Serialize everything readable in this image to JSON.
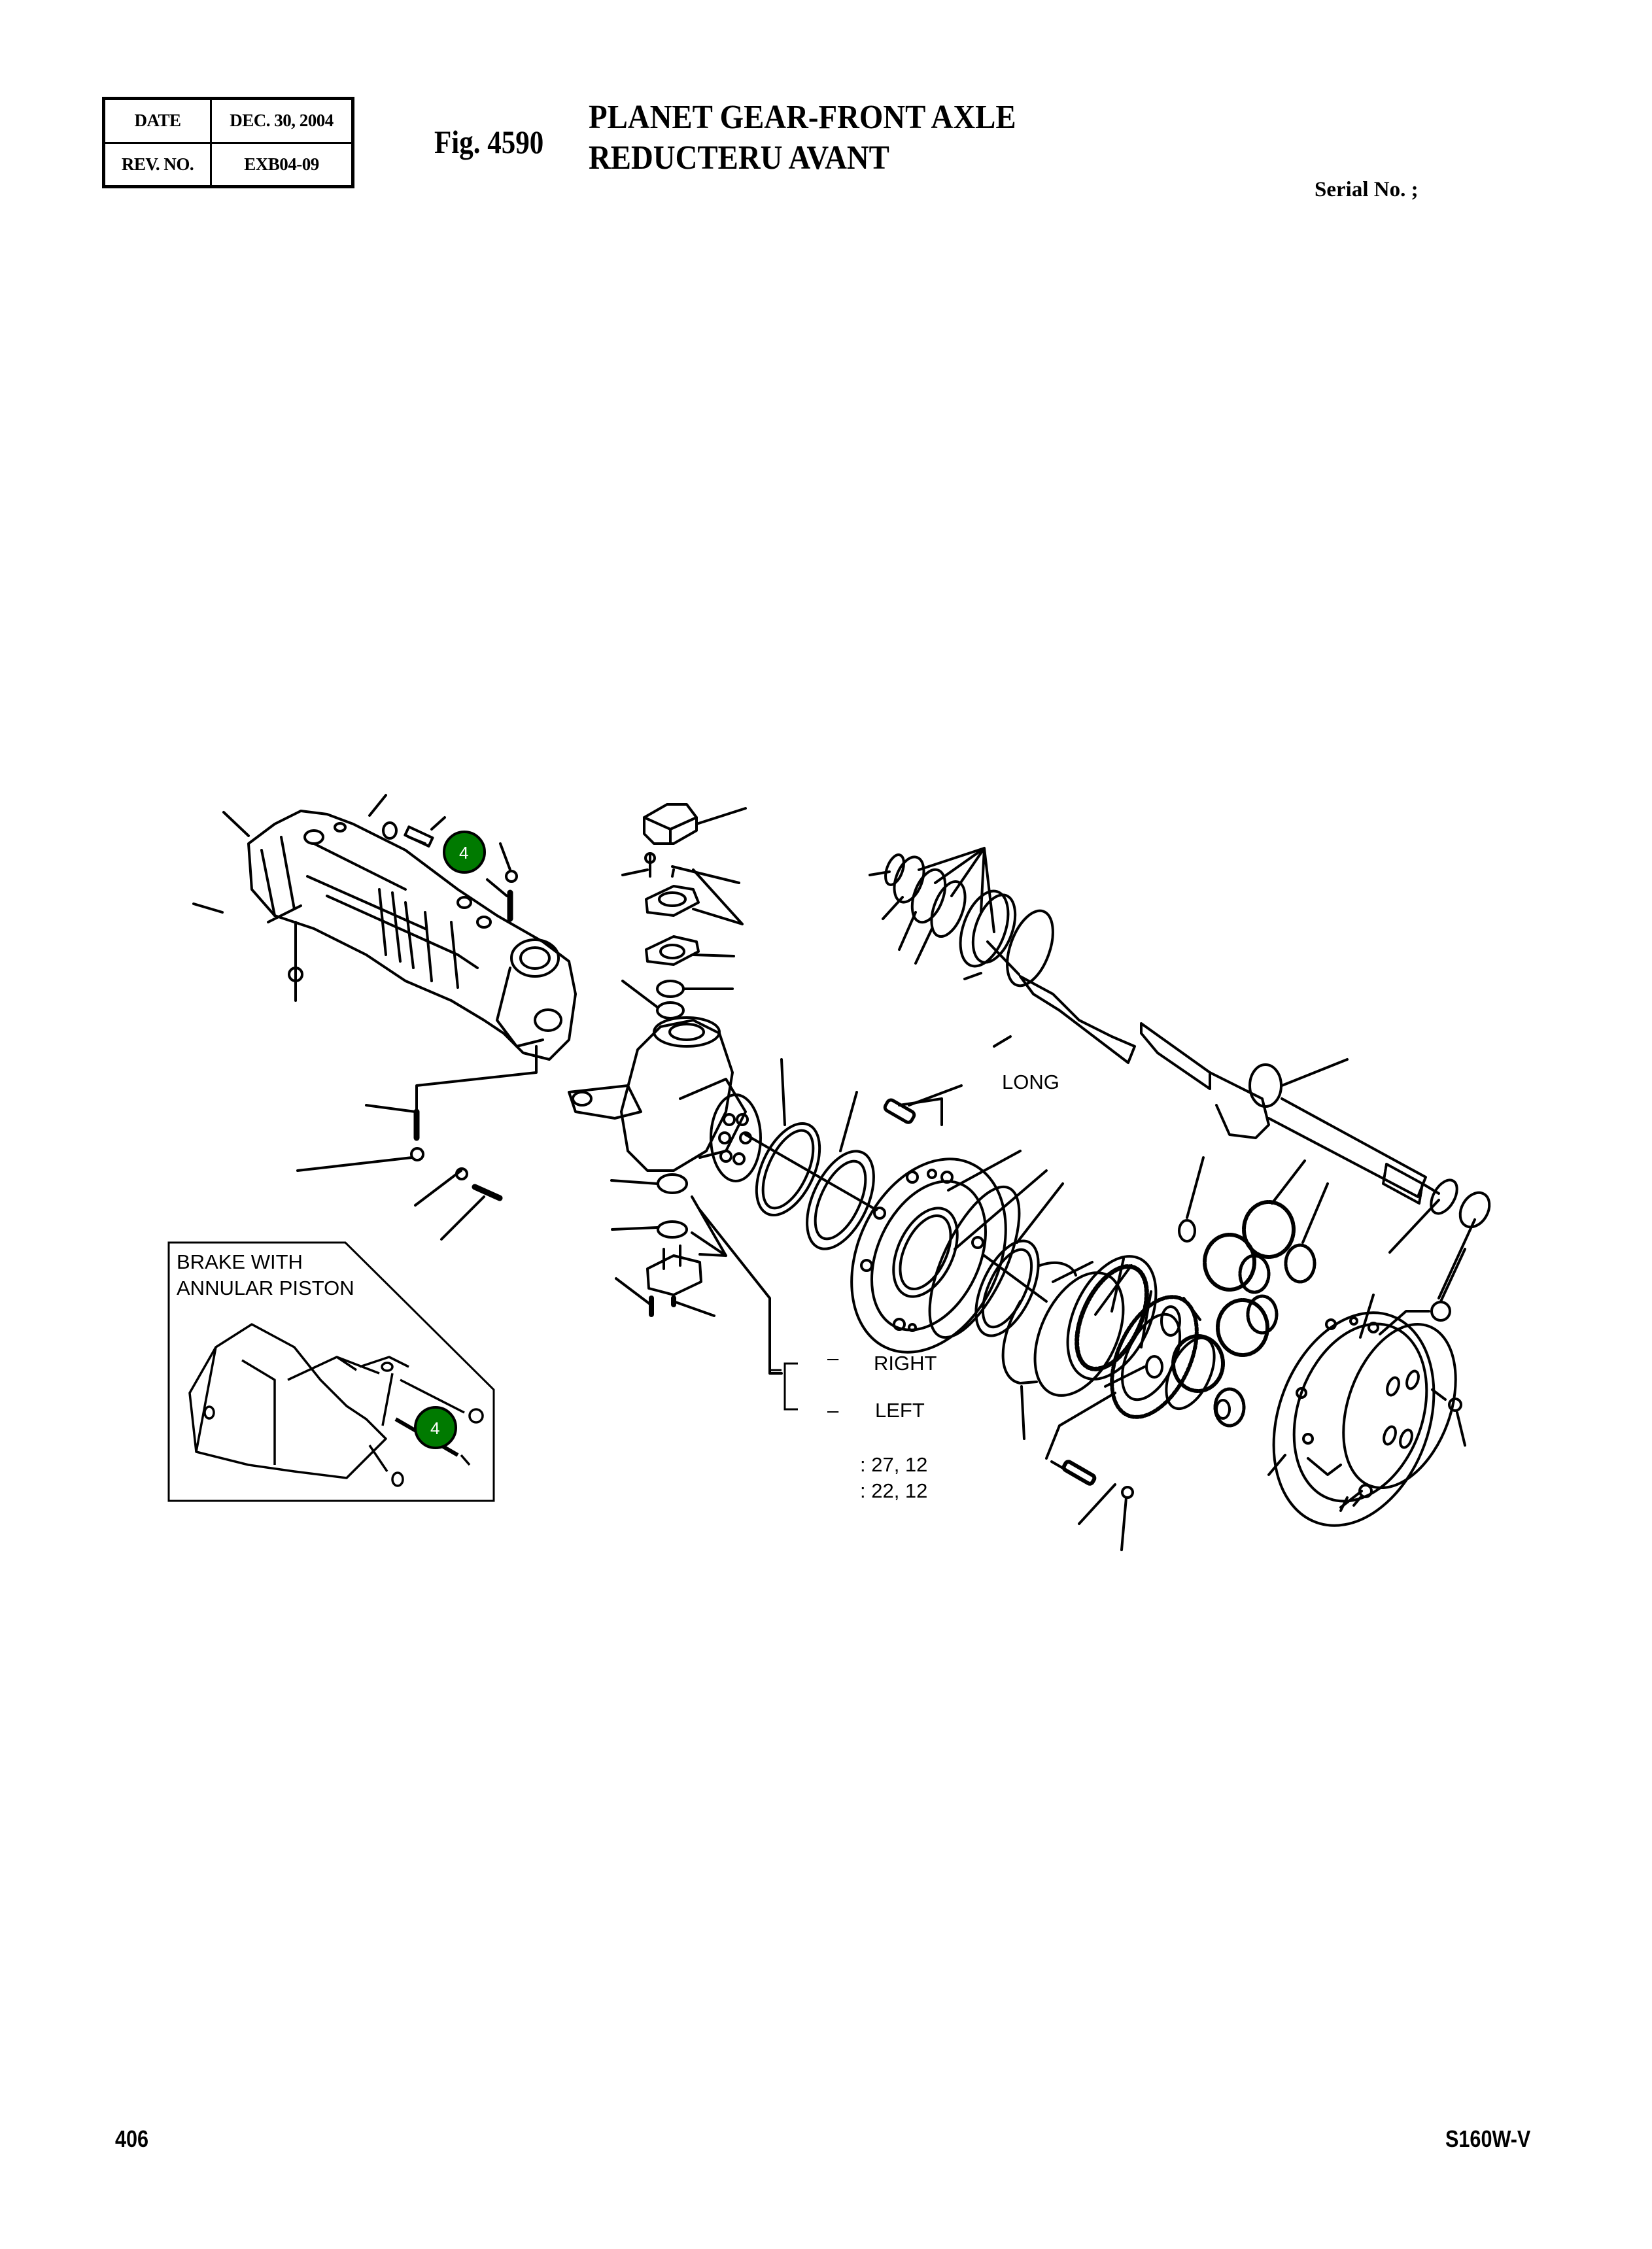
{
  "header": {
    "date_label": "DATE",
    "date_value": "DEC. 30, 2004",
    "rev_label": "REV. NO.",
    "rev_value": "EXB04-09",
    "figure_number": "Fig. 4590",
    "title_en": "PLANET GEAR-FRONT AXLE",
    "title_fr": "REDUCTERU AVANT",
    "serial_label": "Serial No. ;"
  },
  "diagram": {
    "callouts": [
      {
        "id": "badge-top",
        "number": "4",
        "color": "#007a00"
      },
      {
        "id": "badge-inset",
        "number": "4",
        "color": "#007a00"
      }
    ],
    "inset": {
      "title_line1": "BRAKE WITH",
      "title_line2": "ANNULAR PISTON"
    },
    "labels": {
      "long": "LONG",
      "right_dash": "–",
      "right": "RIGHT",
      "left_dash": "–",
      "left": "LEFT",
      "ratio1": ": 27, 12",
      "ratio2": ": 22, 12"
    }
  },
  "footer": {
    "page_number": "406",
    "model": "S160W-V"
  }
}
